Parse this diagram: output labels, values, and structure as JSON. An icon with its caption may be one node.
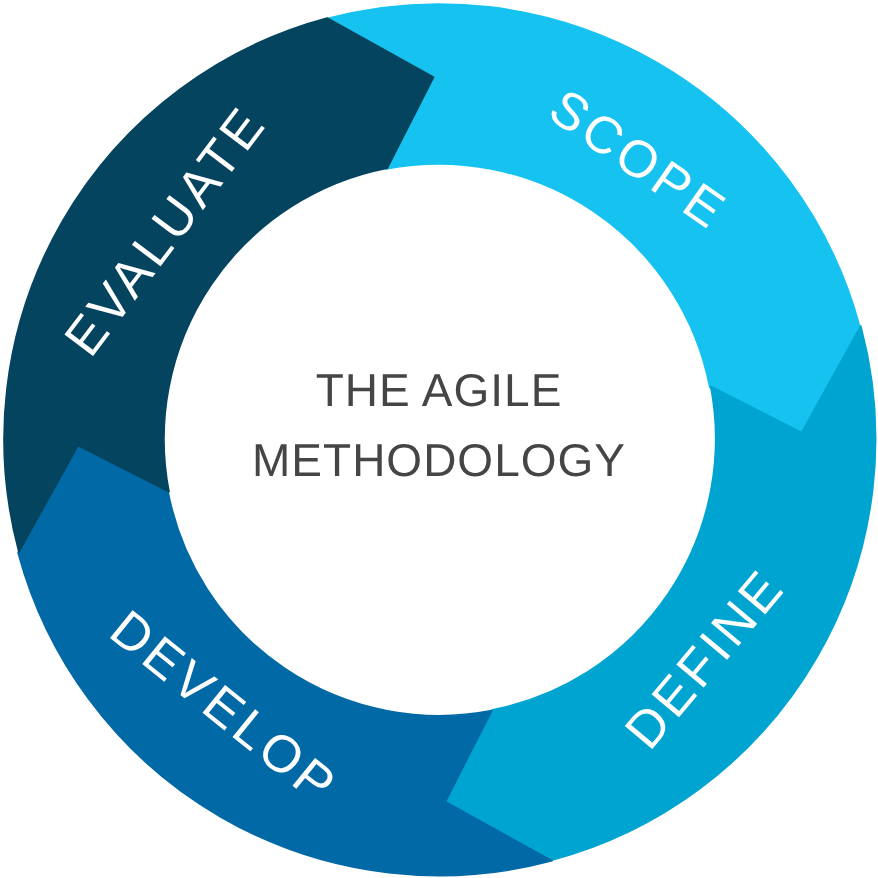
{
  "diagram": {
    "title": "THE AGILE METHODOLOGY",
    "nodes": [
      {
        "text": [
          "SCOPE"
        ]
      },
      {
        "text": [
          "DEFINE"
        ]
      },
      {
        "text": [
          "DEVELOP"
        ]
      },
      {
        "text": [
          "EVALUATE"
        ]
      }
    ]
  }
}
